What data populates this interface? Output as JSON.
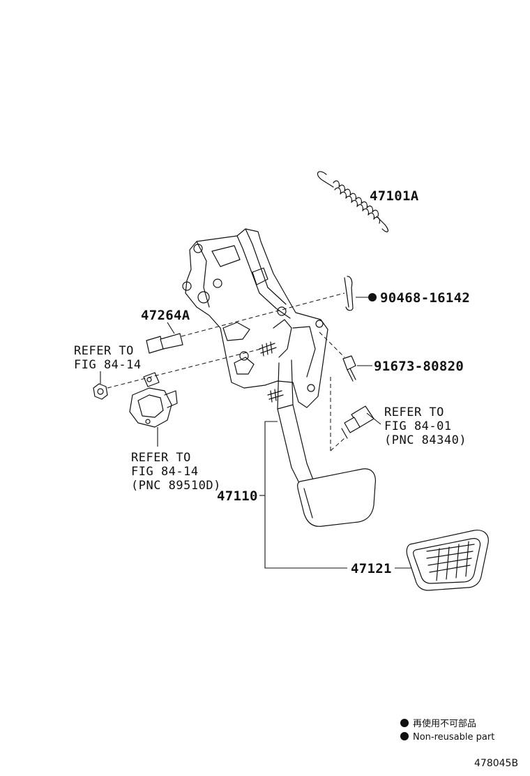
{
  "callouts": {
    "spring": "47101A",
    "clip": "90468-16142",
    "pin": "47264A",
    "bolt": "91673-80820",
    "pedal": "47110",
    "pad": "47121"
  },
  "refs": {
    "nut_ref": [
      "REFER TO",
      "FIG 84-14"
    ],
    "switch_ref": [
      "REFER TO",
      "FIG 84-01",
      "(PNC 84340)"
    ],
    "sensor_ref": [
      "REFER TO",
      "FIG 84-14",
      "(PNC 89510D)"
    ]
  },
  "legend": {
    "jp": "再使用不可部品",
    "en": "Non-reusable part"
  },
  "figure_code": "478045B"
}
